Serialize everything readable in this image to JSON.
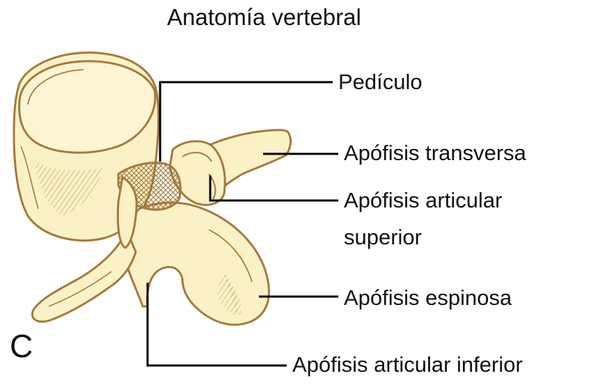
{
  "title": "Anatomía vertebral",
  "panel_letter": "C",
  "labels": {
    "pedicle": "Pedículo",
    "transverse_process": "Apófisis transversa",
    "superior_articular_line1": "Apófisis articular",
    "superior_articular_line2": "superior",
    "spinous_process": "Apófisis espinosa",
    "inferior_articular": "Apófisis articular inferior"
  },
  "colors": {
    "bone_fill": "#fbf1c7",
    "bone_outline": "#a37a3d",
    "shading": "#c9a25e",
    "leader_line": "#000000"
  }
}
